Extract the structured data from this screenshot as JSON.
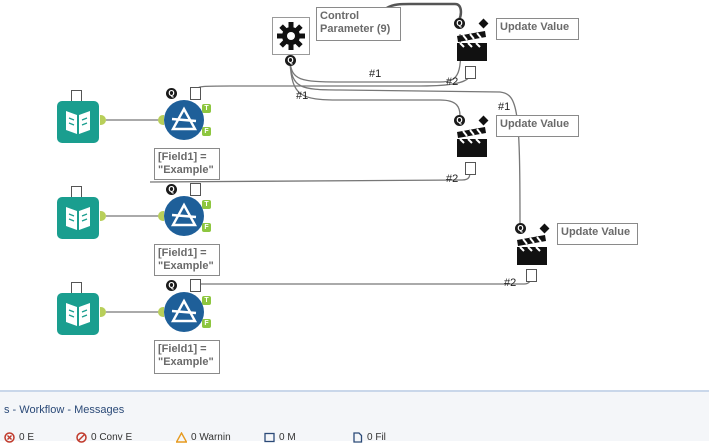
{
  "canvas": {
    "control_parameter": {
      "label": "Control Parameter (9)"
    },
    "update_values": [
      {
        "label": "Update Value"
      },
      {
        "label": "Update Value"
      },
      {
        "label": "Update Value"
      }
    ],
    "filters": [
      {
        "expression": "[Field1] = \"Example\""
      },
      {
        "expression": "[Field1] = \"Example\""
      },
      {
        "expression": "[Field1] = \"Example\""
      }
    ],
    "anchors": {
      "q": "Q",
      "t": "T",
      "f": "F"
    },
    "connection_labels": [
      "#1",
      "#2",
      "#1",
      "#2",
      "#1",
      "#2"
    ]
  },
  "messages": {
    "title": "s - Workflow - Messages",
    "tabs": [
      {
        "label": "0 E",
        "icon": "error-icon"
      },
      {
        "label": "0 Conv E",
        "icon": "conversion-error-icon"
      },
      {
        "label": "0 Warnin",
        "icon": "warning-icon"
      },
      {
        "label": "0 M",
        "icon": "message-icon"
      },
      {
        "label": "0 Fil",
        "icon": "file-icon"
      }
    ]
  },
  "colors": {
    "input_tool": "#1a9e8f",
    "filter_tool": "#1e5f99",
    "anchor": "#b8cf5a",
    "true_false_anchor": "#8dc63f"
  }
}
